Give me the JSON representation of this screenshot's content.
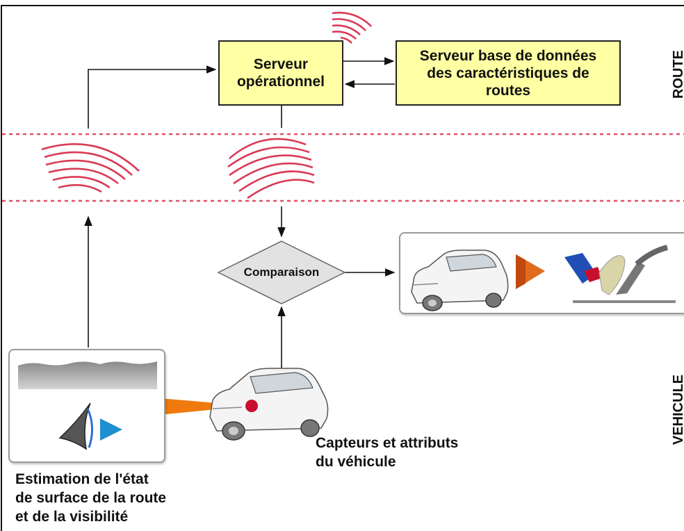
{
  "boxes": {
    "operational_server": "Serveur\nopérationnel",
    "database_server": "Serveur base de données\ndes caractéristiques de\nroutes"
  },
  "decision": {
    "label": "Comparaison"
  },
  "labels": {
    "surface_estimation": "Estimation de l'état\nde surface de la route\net de la visibilité",
    "vehicle_sensors": "Capteurs et attributs\ndu véhicule"
  },
  "side_labels": {
    "road": "ROUTE",
    "vehicle": "VEHICULE"
  },
  "colors": {
    "server_box_fill": "#ffffa3",
    "wave": "#d93a55",
    "dotted_line": "#e0506a",
    "beam": "#f07a10",
    "sensor_dot": "#c8102e",
    "arrow_blue": "#1e90d0"
  },
  "icons": {
    "wireless": "wireless-signal-icon",
    "car": "car-icon",
    "eye": "eye-icon",
    "pedal": "foot-brake-pedal-icon"
  }
}
